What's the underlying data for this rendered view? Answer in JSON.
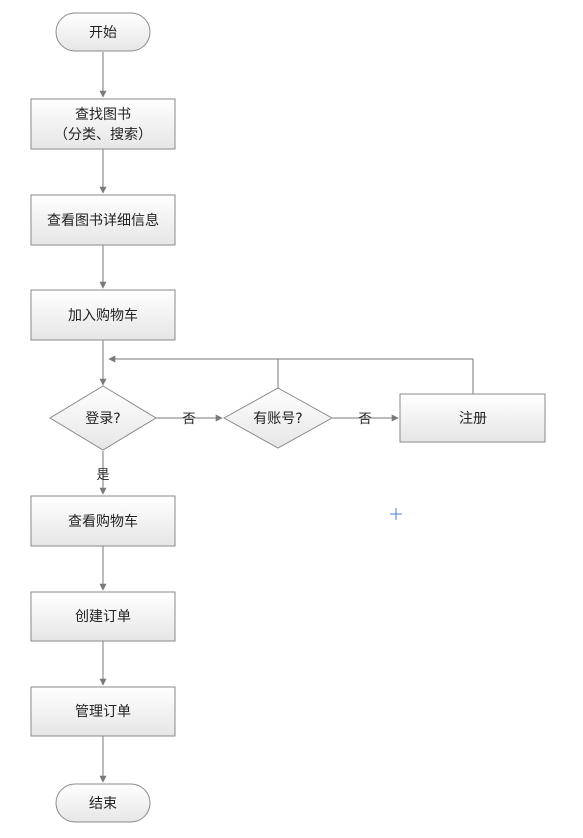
{
  "colors": {
    "node_fill_top": "#ffffff",
    "node_fill_bottom": "#e6e6e6",
    "stroke": "#8a8a8a",
    "arrow": "#7a7a7a",
    "cursor_mark": "#4a7fd0"
  },
  "nodes": {
    "start": "开始",
    "find_books_line1": "查找图书",
    "find_books_line2": "（分类、搜索）",
    "view_details": "查看图书详细信息",
    "add_to_cart": "加入购物车",
    "login_q": "登录?",
    "has_account_q": "有账号?",
    "register": "注册",
    "view_cart": "查看购物车",
    "create_order": "创建订单",
    "manage_order": "管理订单",
    "end": "结束"
  },
  "edges": {
    "login_no": "否",
    "account_no": "否",
    "login_yes": "是"
  }
}
